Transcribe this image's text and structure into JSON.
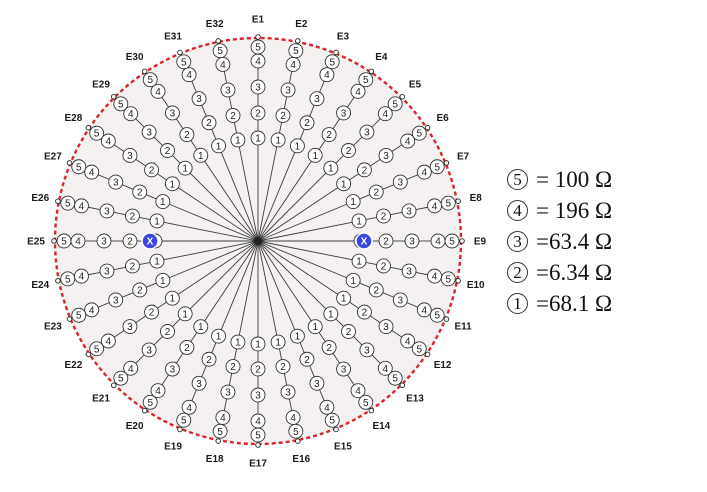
{
  "diagram": {
    "electrodes": [
      "E1",
      "E2",
      "E3",
      "E4",
      "E5",
      "E6",
      "E7",
      "E8",
      "E9",
      "E10",
      "E11",
      "E12",
      "E13",
      "E14",
      "E15",
      "E16",
      "E17",
      "E18",
      "E19",
      "E20",
      "E21",
      "E22",
      "E23",
      "E24",
      "E25",
      "E26",
      "E27",
      "E28",
      "E29",
      "E30",
      "E31",
      "E32"
    ],
    "resistor_codes": [
      "1",
      "2",
      "3",
      "4",
      "5"
    ],
    "marker_symbol": "X",
    "colors": {
      "boundary": "#d8262c",
      "marker": "#3b47e0",
      "wire": "#3a3a3a",
      "disk_fill": "#f6f1f1"
    }
  },
  "legend": [
    {
      "badge": "5",
      "text": "= 100 Ω"
    },
    {
      "badge": "4",
      "text": "= 196 Ω"
    },
    {
      "badge": "3",
      "text": "=63.4 Ω"
    },
    {
      "badge": "2",
      "text": "=6.34 Ω"
    },
    {
      "badge": "1",
      "text": "=68.1 Ω"
    }
  ]
}
